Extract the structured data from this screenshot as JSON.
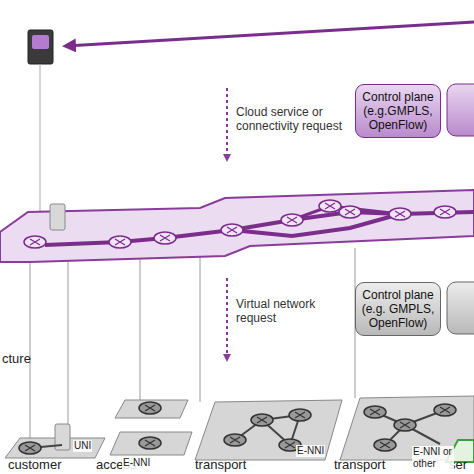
{
  "diagram": {
    "nodes": [
      {
        "text": [
          "Control plane (e.g.GMPLS, OpenFlow)"
        ]
      },
      {
        "text": [
          "Control plane (e.g. GMPLS, OpenFlow)"
        ]
      }
    ],
    "labels": [
      "Cloud service or connectivity request",
      "Virtual network request",
      "cture",
      "customer",
      "access",
      "transport",
      "transport",
      "ser",
      "UNI",
      "E-NNI",
      "E-NNI",
      "E-NNI or other"
    ]
  }
}
